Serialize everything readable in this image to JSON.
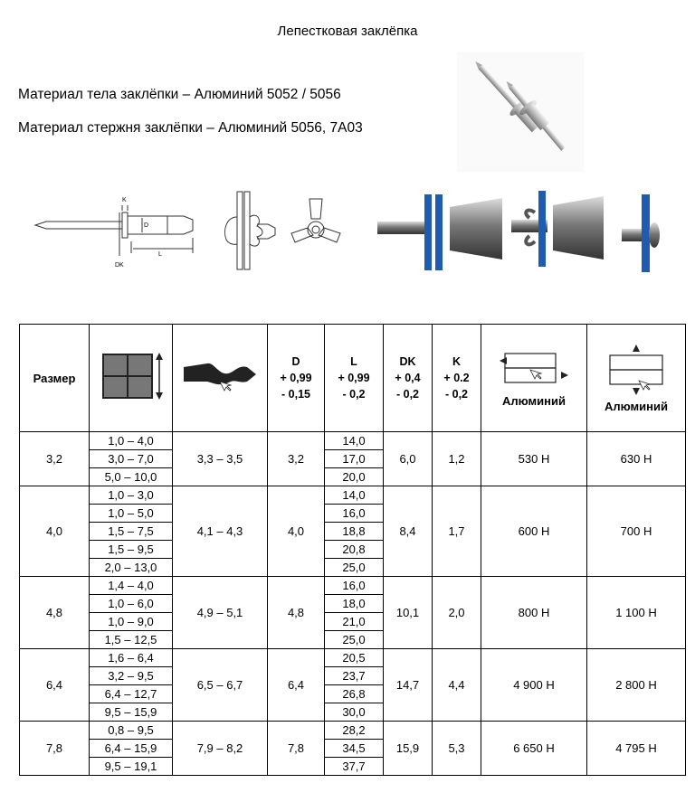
{
  "title": "Лепестковая заклёпка",
  "material_body": "Материал тела заклёпки – Алюминий 5052 / 5056",
  "material_stem": "Материал стержня заклёпки – Алюминий 5056, 7А03",
  "drawing_labels": {
    "D": "D",
    "K": "K",
    "L": "L",
    "DK": "DK"
  },
  "table": {
    "headers": {
      "size": "Размер",
      "D": "D",
      "D_tol1": "+ 0,99",
      "D_tol2": "- 0,15",
      "L": "L",
      "L_tol1": "+ 0,99",
      "L_tol2": "- 0,2",
      "DK": "DK",
      "DK_tol1": "+ 0,4",
      "DK_tol2": "- 0,2",
      "K": "K",
      "K_tol1": "+ 0.2",
      "K_tol2": "- 0,2",
      "shear": "Алюминий",
      "tensile": "Алюминий"
    },
    "groups": [
      {
        "size": "3,2",
        "drill": "3,3 – 3,5",
        "D": "3,2",
        "DK": "6,0",
        "K": "1,2",
        "shear": "530 Н",
        "tensile": "630 Н",
        "rows": [
          [
            "1,0 – 4,0",
            "14,0"
          ],
          [
            "3,0 – 7,0",
            "17,0"
          ],
          [
            "5,0 – 10,0",
            "20,0"
          ]
        ]
      },
      {
        "size": "4,0",
        "drill": "4,1 – 4,3",
        "D": "4,0",
        "DK": "8,4",
        "K": "1,7",
        "shear": "600 Н",
        "tensile": "700 Н",
        "rows": [
          [
            "1,0 – 3,0",
            "14,0"
          ],
          [
            "1,0 – 5,0",
            "16,0"
          ],
          [
            "1,5 – 7,5",
            "18,8"
          ],
          [
            "1,5 – 9,5",
            "20,8"
          ],
          [
            "2,0 – 13,0",
            "25,0"
          ]
        ]
      },
      {
        "size": "4,8",
        "drill": "4,9 – 5,1",
        "D": "4,8",
        "DK": "10,1",
        "K": "2,0",
        "shear": "800 Н",
        "tensile": "1 100 Н",
        "rows": [
          [
            "1,4 – 4,0",
            "16,0"
          ],
          [
            "1,0 – 6,0",
            "18,0"
          ],
          [
            "1,0 – 9,0",
            "21,0"
          ],
          [
            "1,5 – 12,5",
            "25,0"
          ]
        ]
      },
      {
        "size": "6,4",
        "drill": "6,5 – 6,7",
        "D": "6,4",
        "DK": "14,7",
        "K": "4,4",
        "shear": "4 900 Н",
        "tensile": "2 800 Н",
        "rows": [
          [
            "1,6 – 6,4",
            "20,5"
          ],
          [
            "3,2 – 9,5",
            "23,7"
          ],
          [
            "6,4 – 12,7",
            "26,8"
          ],
          [
            "9,5 – 15,9",
            "30,0"
          ]
        ]
      },
      {
        "size": "7,8",
        "drill": "7,9 – 8,2",
        "D": "7,8",
        "DK": "15,9",
        "K": "5,3",
        "shear": "6 650 Н",
        "tensile": "4 795 Н",
        "rows": [
          [
            "0,8 – 9,5",
            "28,2"
          ],
          [
            "6,4 – 15,9",
            "34,5"
          ],
          [
            "9,5 – 19,1",
            "37,7"
          ]
        ]
      }
    ]
  }
}
